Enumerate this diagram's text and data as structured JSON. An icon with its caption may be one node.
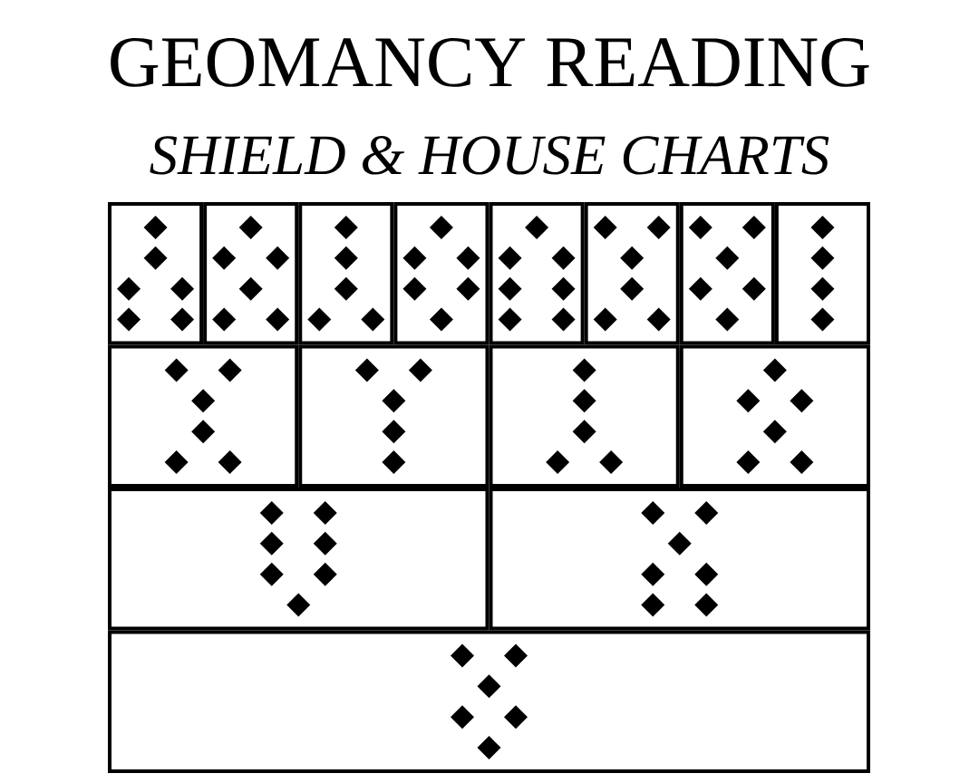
{
  "diagram": {
    "title": "GEOMANCY READING",
    "nodes": [
      {
        "text": [],
        "shape": "box"
      },
      {
        "text": [],
        "shape": "box"
      },
      {
        "text": [],
        "shape": "box"
      },
      {
        "text": [],
        "shape": "box"
      },
      {
        "text": [],
        "shape": "box"
      },
      {
        "text": [],
        "shape": "box"
      },
      {
        "text": [],
        "shape": "box"
      },
      {
        "text": [],
        "shape": "box"
      },
      {
        "text": [],
        "shape": "box"
      },
      {
        "text": [],
        "shape": "box"
      },
      {
        "text": [],
        "shape": "box"
      },
      {
        "text": [],
        "shape": "box"
      },
      {
        "text": [],
        "shape": "box"
      },
      {
        "text": [],
        "shape": "box"
      },
      {
        "text": [],
        "shape": "box"
      }
    ],
    "labels": [
      "SHIELD & HOUSE CHARTS"
    ]
  }
}
